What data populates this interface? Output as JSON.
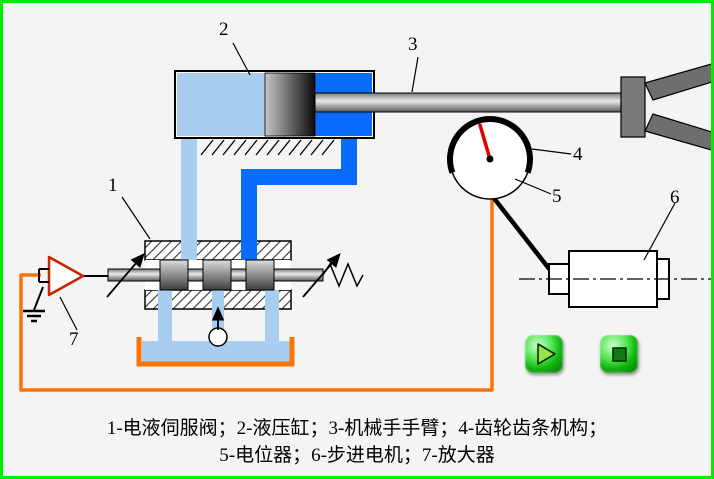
{
  "diagram": {
    "labels": {
      "servo_valve": "1",
      "cylinder": "2",
      "arm": "3",
      "gear_rack": "4",
      "potentiometer": "5",
      "stepper_motor": "6",
      "amplifier": "7"
    },
    "caption": {
      "line1": "1-电液伺服阀；2-液压缸；3-机械手手臂；4-齿轮齿条机构；",
      "line2": "5-电位器；6-步进电机；7-放大器"
    }
  },
  "controls": {
    "play": {
      "icon": "play-icon",
      "glyph": "▶"
    },
    "stop": {
      "icon": "stop-icon",
      "glyph": "■"
    }
  },
  "colors": {
    "frame_green": "#00ee00",
    "pipe_blue": "#0a6cff",
    "fluid_light_blue": "#a9cdee",
    "wire_orange": "#f97306",
    "needle_red": "#e00000",
    "amplifier_red": "#cc2200",
    "button_green": "#11b511"
  }
}
